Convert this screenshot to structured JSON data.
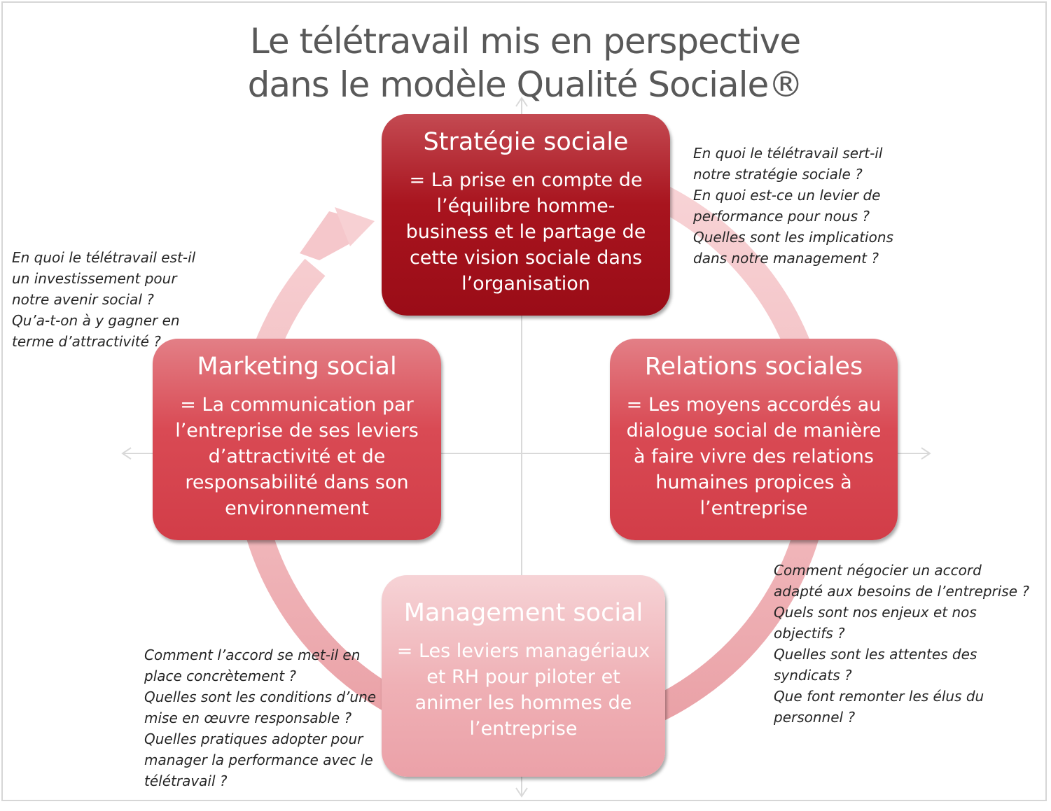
{
  "title": {
    "line1": "Le télétravail mis en perspective",
    "line2": "dans le modèle Qualité Sociale®"
  },
  "colors": {
    "strategie": "#a8141e",
    "relations_marketing": "#d94a54",
    "management": "#efb0b5",
    "ring": "#f0b4b8",
    "axis": "#d9d9d9"
  },
  "boxes": {
    "strategie": {
      "heading": "Stratégie sociale",
      "lines": [
        "= La prise en compte de",
        "l’équilibre homme-",
        "business et le partage de",
        "cette vision sociale dans",
        "l’organisation"
      ]
    },
    "relations": {
      "heading": "Relations sociales",
      "lines": [
        "= Les moyens accordés au",
        "dialogue social de manière",
        "à faire vivre des relations",
        "humaines propices à",
        "l’entreprise"
      ]
    },
    "marketing": {
      "heading": "Marketing social",
      "lines": [
        "= La communication par",
        "l’entreprise de ses leviers",
        "d’attractivité et de",
        "responsabilité dans son",
        "environnement"
      ]
    },
    "management": {
      "heading": "Management social",
      "lines": [
        "= Les leviers managériaux",
        "et RH pour piloter et",
        "animer les hommes de",
        "l’entreprise"
      ]
    }
  },
  "questions": {
    "strategie": [
      "En quoi le télétravail sert-il",
      "notre stratégie sociale ?",
      "En quoi est-ce un levier de",
      "performance pour nous ?",
      "Quelles sont les implications",
      "dans notre management ?"
    ],
    "marketing": [
      "En quoi le télétravail est-il",
      "un investissement pour",
      "notre avenir social ?",
      "Qu’a-t-on à y gagner en",
      "terme d’attractivité ?"
    ],
    "relations": [
      "Comment négocier un accord",
      "adapté aux besoins de l’entreprise ?",
      "Quels sont nos enjeux et nos",
      "objectifs ?",
      "Quelles sont les attentes des",
      "syndicats ?",
      "Que font remonter les élus du",
      "personnel ?"
    ],
    "management": [
      "Comment l’accord se met-il en",
      "place concrètement ?",
      "Quelles sont les conditions d’une",
      "mise en œuvre responsable ?",
      "Quelles pratiques adopter pour",
      "manager la performance avec le",
      "télétravail ?"
    ]
  }
}
